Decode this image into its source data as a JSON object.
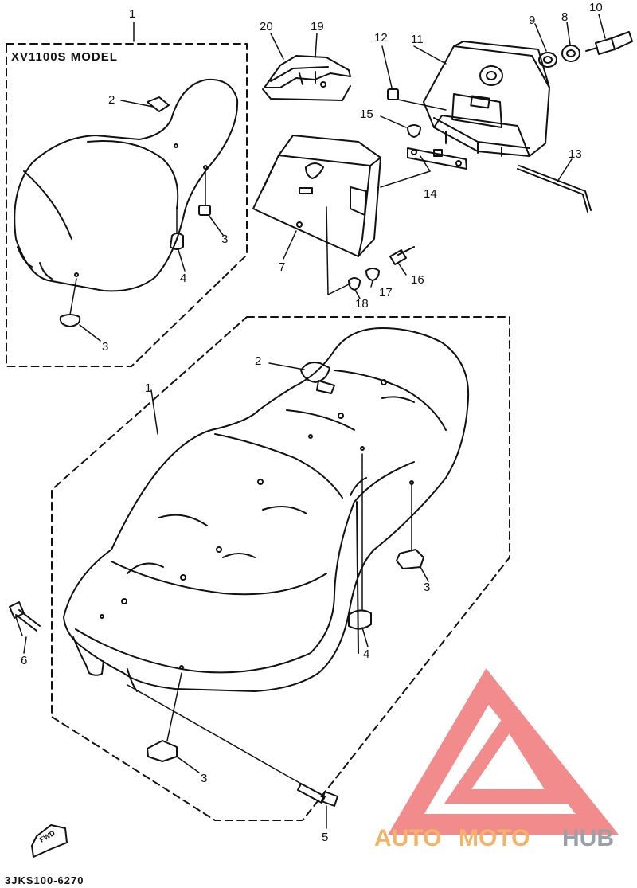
{
  "model_label": "XV1100S MODEL",
  "diagram_code": "3JKS100-6270",
  "fwd_label": "FWD",
  "watermark": {
    "text_auto": "AUTO",
    "text_moto": "MOTO",
    "text_hub": "HUB",
    "color_logo": "#f28b8b",
    "color_auto": "#f3b46a",
    "color_hub": "#9aa0a6"
  },
  "callouts": [
    {
      "id": "1a",
      "text": "1"
    },
    {
      "id": "2a",
      "text": "2"
    },
    {
      "id": "3a",
      "text": "3"
    },
    {
      "id": "4a",
      "text": "4"
    },
    {
      "id": "3b",
      "text": "3"
    },
    {
      "id": "20",
      "text": "20"
    },
    {
      "id": "19",
      "text": "19"
    },
    {
      "id": "12",
      "text": "12"
    },
    {
      "id": "11",
      "text": "11"
    },
    {
      "id": "9",
      "text": "9"
    },
    {
      "id": "8",
      "text": "8"
    },
    {
      "id": "10",
      "text": "10"
    },
    {
      "id": "15",
      "text": "15"
    },
    {
      "id": "13",
      "text": "13"
    },
    {
      "id": "14",
      "text": "14"
    },
    {
      "id": "7",
      "text": "7"
    },
    {
      "id": "16",
      "text": "16"
    },
    {
      "id": "17",
      "text": "17"
    },
    {
      "id": "18",
      "text": "18"
    },
    {
      "id": "2b",
      "text": "2"
    },
    {
      "id": "1b",
      "text": "1"
    },
    {
      "id": "3c",
      "text": "3"
    },
    {
      "id": "6",
      "text": "6"
    },
    {
      "id": "4b",
      "text": "4"
    },
    {
      "id": "3d",
      "text": "3"
    },
    {
      "id": "5",
      "text": "5"
    }
  ]
}
